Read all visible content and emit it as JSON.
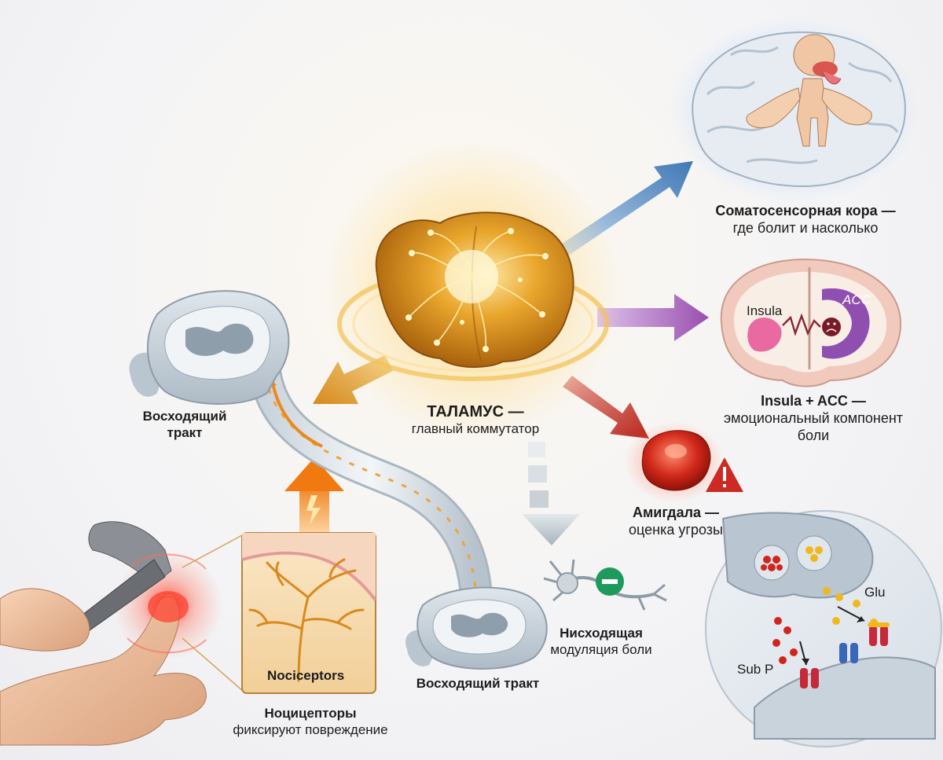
{
  "thalamus": {
    "title": "ТАЛАМУС —",
    "subtitle": "главный коммутатор"
  },
  "somatosensory": {
    "title": "Соматосенсорная кора —",
    "subtitle": "где болит и насколько"
  },
  "insula_acc": {
    "title": "Insula + ACC —",
    "subtitle_line1": "эмоциональный компонент",
    "subtitle_line2": "боли",
    "insula_tag": "Insula",
    "acc_tag": "ACC"
  },
  "amygdala": {
    "title": "Амигдала —",
    "subtitle": "оценка угрозы"
  },
  "ascending_left": {
    "line1": "Восходящий",
    "line2": "тракт"
  },
  "ascending_bottom": {
    "title": "Восходящий тракт"
  },
  "descending": {
    "title": "Нисходящая",
    "subtitle": "модуляция боли"
  },
  "nociceptors": {
    "title": "Ноцицепторы",
    "subtitle": "фиксируют повреждение",
    "inset_label": "Nociceptors"
  },
  "synapse": {
    "glu_label": "Glu",
    "subp_label": "Sub P"
  },
  "colors": {
    "somato_arrow": "#3f78b5",
    "insula_arrow": "#9a4fb0",
    "amygdala_arrow": "#c0302a",
    "ascend_arrow": "#d68a1c",
    "descend_arrow": "#a7b4bb",
    "signal_arrow": "#f08a1a"
  }
}
